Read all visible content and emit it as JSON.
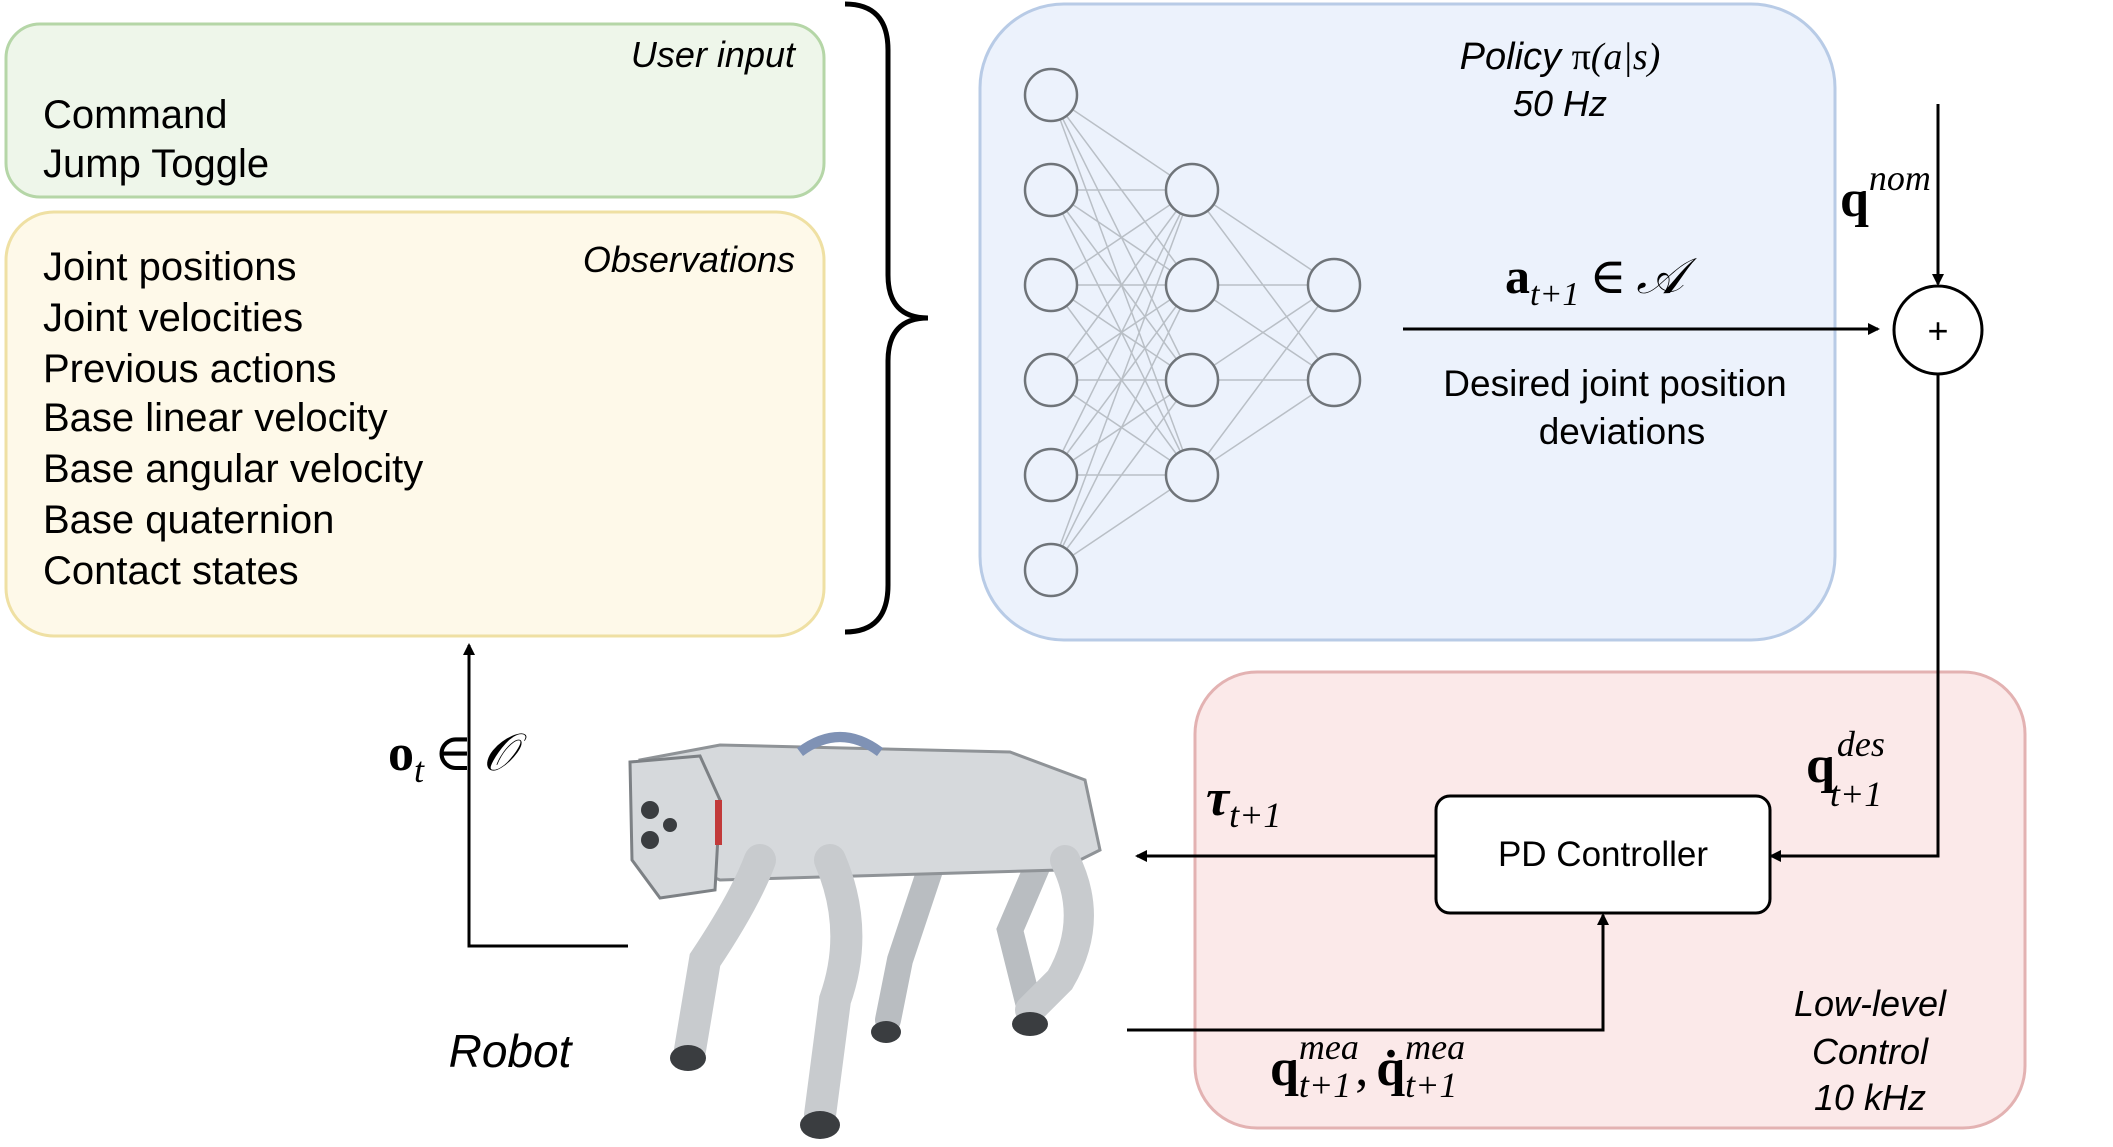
{
  "user_input": {
    "title": "User input",
    "items": [
      "Command",
      "Jump Toggle"
    ],
    "fill": "#eef6ea",
    "stroke": "#b5d6a7"
  },
  "observations": {
    "title": "Observations",
    "items": [
      "Joint positions",
      "Joint velocities",
      "Previous actions",
      "Base linear velocity",
      "Base angular velocity",
      "Base quaternion",
      "Contact states"
    ],
    "fill": "#fef9e9",
    "stroke": "#efe0a3"
  },
  "policy": {
    "title_prefix": "Policy ",
    "title_pi": "π",
    "title_args": "(a|s)",
    "rate": "50 Hz",
    "fill": "#ecf2fc",
    "stroke": "#b8cbe6",
    "layers": [
      6,
      4,
      2
    ]
  },
  "action": {
    "symbol": "a",
    "subscript": "t+1",
    "member": "∈",
    "set": "𝒜",
    "description_line1": "Desired joint position",
    "description_line2": "deviations"
  },
  "nominal": {
    "symbol": "q",
    "superscript": "nom"
  },
  "sum_node": {
    "label": "+"
  },
  "desired": {
    "symbol": "q",
    "superscript": "des",
    "subscript": "t+1"
  },
  "low_level": {
    "line1": "Low-level",
    "line2": "Control",
    "rate": "10 kHz",
    "fill": "#fbe9e9",
    "stroke": "#e3b2b2"
  },
  "pd_controller": {
    "label": "PD Controller"
  },
  "torque": {
    "symbol": "τ",
    "subscript": "t+1"
  },
  "measured": {
    "q_symbol": "q",
    "qdot_symbol": "q̇",
    "superscript": "mea",
    "subscript": "t+1",
    "separator": ","
  },
  "observation_out": {
    "symbol": "o",
    "subscript": "t",
    "member": "∈",
    "set": "𝒪"
  },
  "robot": {
    "label": "Robot",
    "body_color": "#d6d9dc",
    "dark_color": "#3a3d40"
  }
}
